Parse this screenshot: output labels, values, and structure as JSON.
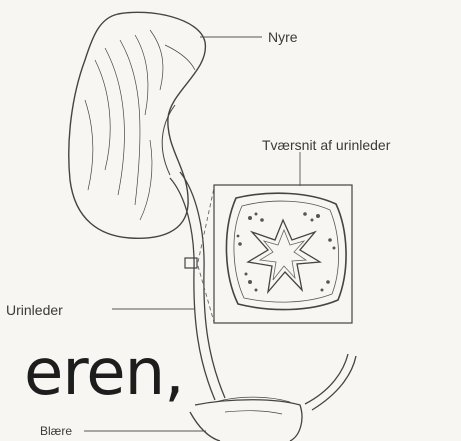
{
  "labels": {
    "nyre": "Nyre",
    "tvaersnit": "Tværsnit af urinleder",
    "urinleder": "Urinleder",
    "blaere": "Blære"
  },
  "overlay_text": "eren,"
}
